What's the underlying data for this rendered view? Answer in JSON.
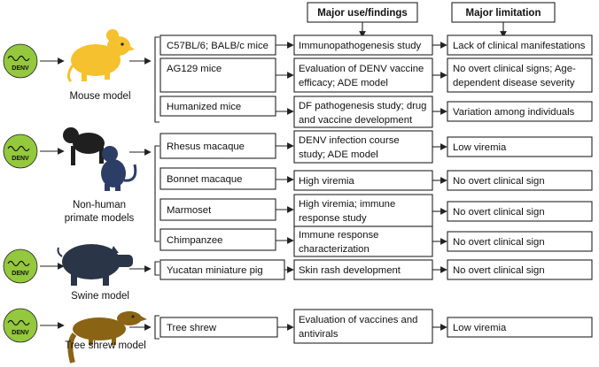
{
  "headers": {
    "use": "Major use/findings",
    "limitation": "Major limitation"
  },
  "virus_label": "DENV",
  "colors": {
    "virus_fill": "#94c83d",
    "mouse": "#f6c12e",
    "primate": "#1f1f1f",
    "primate_small": "#2c3e66",
    "swine": "#2a3547",
    "shrew": "#8a6414"
  },
  "groups": [
    {
      "animal_icon": "mouse-icon",
      "caption": [
        "Mouse model"
      ],
      "rows": [
        {
          "strain": [
            "C57BL/6; BALB/c mice"
          ],
          "use": [
            "Immunopathogenesis study"
          ],
          "limitation": [
            "Lack of clinical manifestations"
          ]
        },
        {
          "strain": [
            "AG129 mice"
          ],
          "use": [
            "Evaluation of DENV vaccine",
            "efficacy; ADE model"
          ],
          "limitation": [
            "No overt clinical signs; Age-",
            "dependent disease severity"
          ]
        },
        {
          "strain": [
            "Humanized mice"
          ],
          "use": [
            "DF pathogenesis study; drug",
            "and vaccine development"
          ],
          "limitation": [
            "Variation among individuals"
          ]
        }
      ]
    },
    {
      "animal_icon": "primate-icon",
      "caption": [
        "Non-human",
        "primate models"
      ],
      "rows": [
        {
          "strain": [
            "Rhesus macaque"
          ],
          "use": [
            "DENV infection course",
            "study; ADE model"
          ],
          "limitation": [
            "Low viremia"
          ]
        },
        {
          "strain": [
            "Bonnet macaque"
          ],
          "use": [
            "High viremia"
          ],
          "limitation": [
            "No overt clinical sign"
          ]
        },
        {
          "strain": [
            "Marmoset"
          ],
          "use": [
            "High viremia; immune",
            "response study"
          ],
          "limitation": [
            "No overt clinical sign"
          ]
        },
        {
          "strain": [
            "Chimpanzee"
          ],
          "use": [
            "Immune response",
            "characterization"
          ],
          "limitation": [
            "No overt clinical sign"
          ]
        }
      ]
    },
    {
      "animal_icon": "pig-icon",
      "caption": [
        "Swine model"
      ],
      "rows": [
        {
          "strain": [
            "Yucatan miniature pig"
          ],
          "use": [
            "Skin rash development"
          ],
          "limitation": [
            "No overt clinical sign"
          ]
        }
      ]
    },
    {
      "animal_icon": "tree-shrew-icon",
      "caption": [
        "Tree shrew model"
      ],
      "rows": [
        {
          "strain": [
            "Tree shrew"
          ],
          "use": [
            "Evaluation of vaccines and",
            "antivirals"
          ],
          "limitation": [
            "Low viremia"
          ]
        }
      ]
    }
  ]
}
